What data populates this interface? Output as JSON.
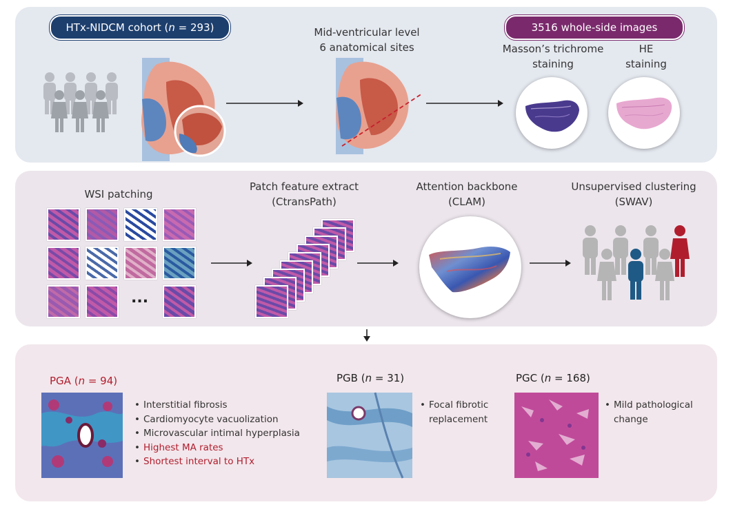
{
  "panel1": {
    "cohort_prefix": "HTx-NIDCM cohort (",
    "cohort_n": "n",
    "cohort_suffix": " = 293)",
    "mid_label_line1": "Mid-ventricular level",
    "mid_label_line2": "6 anatomical sites",
    "images_pill": "3516 whole-side images",
    "masson_line1": "Masson’s trichrome",
    "masson_line2": "staining",
    "he_line1": "HE",
    "he_line2": "staining"
  },
  "panel2": {
    "wsi_label": "WSI patching",
    "ellipsis": "...",
    "patch_line1": "Patch feature extract",
    "patch_line2": "(CtransPath)",
    "attn_line1": "Attention backbone",
    "attn_line2": "(CLAM)",
    "cluster_line1": "Unsupervised clustering",
    "cluster_line2": "(SWAV)"
  },
  "panel3": {
    "groups": [
      {
        "prefix": "PGA (",
        "n_letter": "n",
        "suffix": " = 94)",
        "bullets": [
          {
            "text": "Interstitial fibrosis",
            "highlight": false
          },
          {
            "text": "Cardiomyocyte vacuolization",
            "highlight": false
          },
          {
            "text": "Microvascular intimal hyperplasia",
            "highlight": false
          },
          {
            "text": "Highest MA rates",
            "highlight": true
          },
          {
            "text": "Shortest interval to HTx",
            "highlight": true
          }
        ]
      },
      {
        "prefix": "PGB (",
        "n_letter": "n",
        "suffix": " = 31)",
        "bullets": [
          {
            "text": "Focal fibrotic",
            "highlight": false
          },
          {
            "text": "replacement",
            "highlight": false,
            "continuation": true
          }
        ]
      },
      {
        "prefix": "PGC (",
        "n_letter": "n",
        "suffix": " = 168)",
        "bullets": [
          {
            "text": "Mild pathological",
            "highlight": false
          },
          {
            "text": "change",
            "highlight": false,
            "continuation": true
          }
        ]
      }
    ]
  },
  "colors": {
    "cohort_pill": "#1d3f6e",
    "images_pill": "#7a2a6c",
    "highlight_red": "#b01e2e",
    "blue_person": "#1f5a86",
    "red_person": "#b01e2e",
    "grey_person": "#b5b5b5"
  }
}
